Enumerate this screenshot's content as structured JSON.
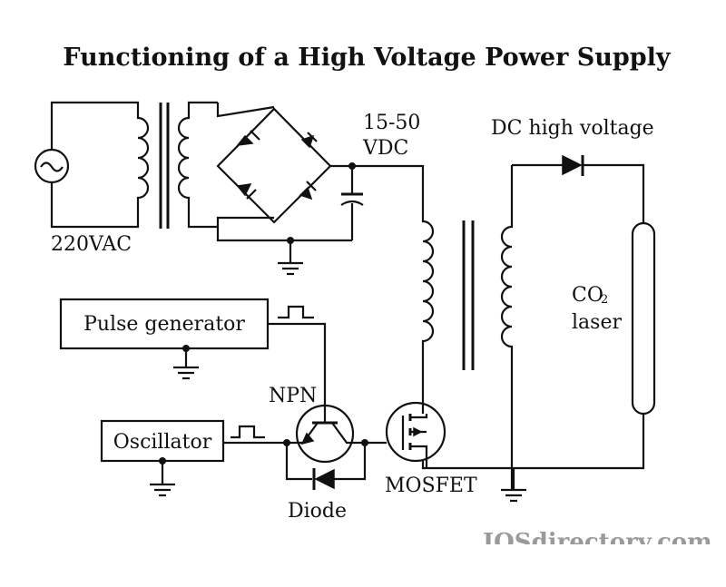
{
  "diagram": {
    "title": "Functioning of a High Voltage Power Supply",
    "labels": {
      "input_voltage": "220VAC",
      "dc_voltage_line1": "15-50",
      "dc_voltage_line2": "VDC",
      "dc_high_voltage": "DC high voltage",
      "laser_line1": "CO",
      "laser_subscript": "2",
      "laser_line2": "laser",
      "pulse_generator": "Pulse generator",
      "oscillator": "Oscillator",
      "npn": "NPN",
      "mosfet": "MOSFET",
      "diode": "Diode"
    },
    "watermark": "IQSdirectory.com"
  }
}
